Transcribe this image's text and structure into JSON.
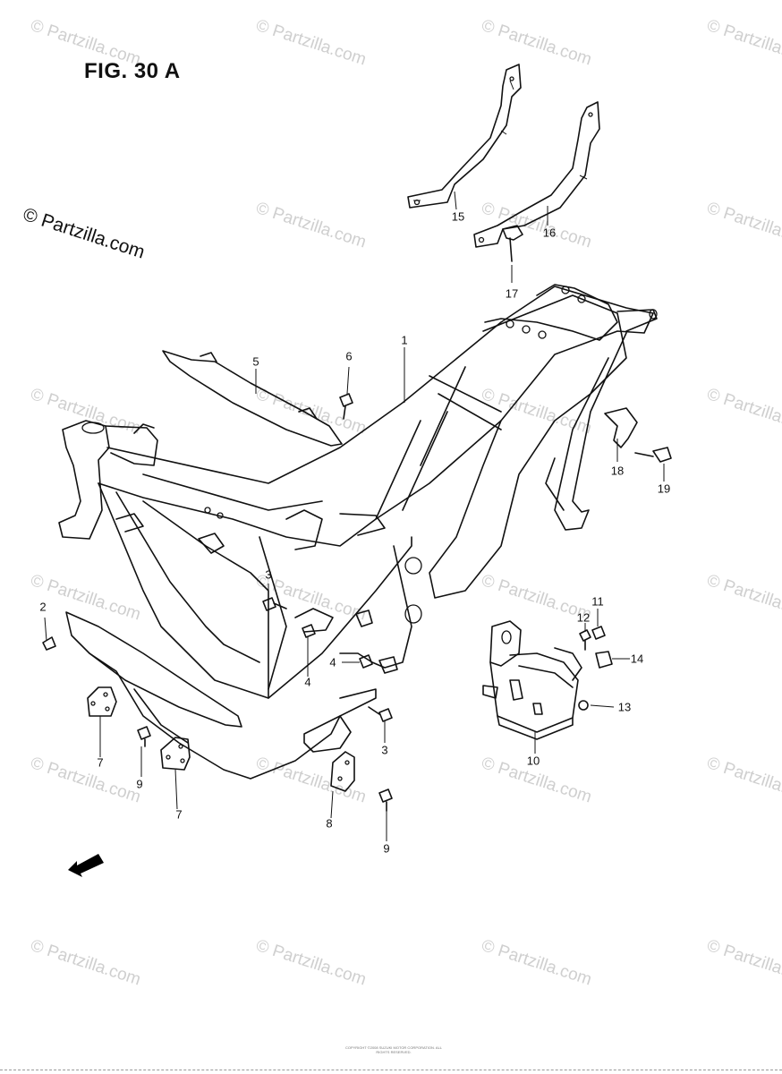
{
  "figure": {
    "title": "FIG. 30 A",
    "copyright": "© Partzilla.com",
    "watermark": "© Partzilla.com",
    "forward_label": "FWD",
    "footer_note": "COPYRIGHT ©2008 SUZUKI MOTOR CORPORATION. ALL RIGHTS RESERVED."
  },
  "callouts": [
    {
      "id": "c1",
      "label": "1"
    },
    {
      "id": "c2",
      "label": "2"
    },
    {
      "id": "c3a",
      "label": "3"
    },
    {
      "id": "c3b",
      "label": "3"
    },
    {
      "id": "c4a",
      "label": "4"
    },
    {
      "id": "c4b",
      "label": "4"
    },
    {
      "id": "c5",
      "label": "5"
    },
    {
      "id": "c6",
      "label": "6"
    },
    {
      "id": "c7a",
      "label": "7"
    },
    {
      "id": "c7b",
      "label": "7"
    },
    {
      "id": "c8",
      "label": "8"
    },
    {
      "id": "c9a",
      "label": "9"
    },
    {
      "id": "c9b",
      "label": "9"
    },
    {
      "id": "c10",
      "label": "10"
    },
    {
      "id": "c11",
      "label": "11"
    },
    {
      "id": "c12",
      "label": "12"
    },
    {
      "id": "c13",
      "label": "13"
    },
    {
      "id": "c14",
      "label": "14"
    },
    {
      "id": "c15",
      "label": "15"
    },
    {
      "id": "c16",
      "label": "16"
    },
    {
      "id": "c17",
      "label": "17"
    },
    {
      "id": "c18",
      "label": "18"
    },
    {
      "id": "c19",
      "label": "19"
    }
  ]
}
